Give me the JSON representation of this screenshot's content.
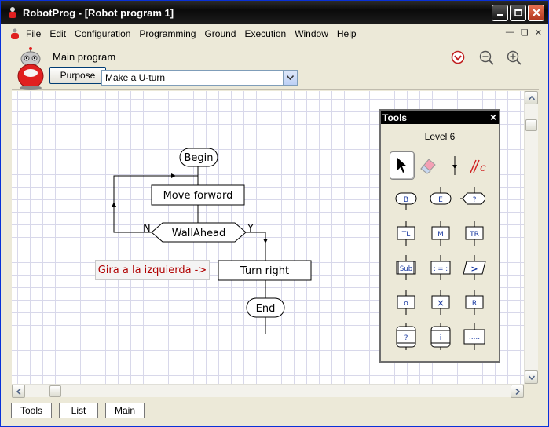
{
  "window": {
    "title": "RobotProg - [Robot program 1]",
    "accent": "#1a1a1a"
  },
  "menu": {
    "items": [
      "File",
      "Edit",
      "Configuration",
      "Programming",
      "Ground",
      "Execution",
      "Window",
      "Help"
    ]
  },
  "header": {
    "program_label": "Main program",
    "purpose_button": "Purpose",
    "purpose_value": "Make a U-turn"
  },
  "flowchart": {
    "begin": "Begin",
    "move_forward": "Move forward",
    "condition": "WallAhead",
    "no_label": "N",
    "yes_label": "Y",
    "turn_right": "Turn right",
    "end": "End",
    "hint": "Gira a la izquierda ->"
  },
  "tools": {
    "title": "Tools",
    "close": "×",
    "level": "Level 6",
    "labels": {
      "begin": "B",
      "end": "E",
      "test": "?",
      "turn_left": "TL",
      "move": "M",
      "turn_right": "TR",
      "sub": "Sub",
      "assign": ": = :",
      "output": ">",
      "mark": "o",
      "erase_mark": "×",
      "read": "R",
      "while": "?",
      "for": "i",
      "comment": "....."
    }
  },
  "bottom_tabs": [
    "Tools",
    "List",
    "Main"
  ]
}
